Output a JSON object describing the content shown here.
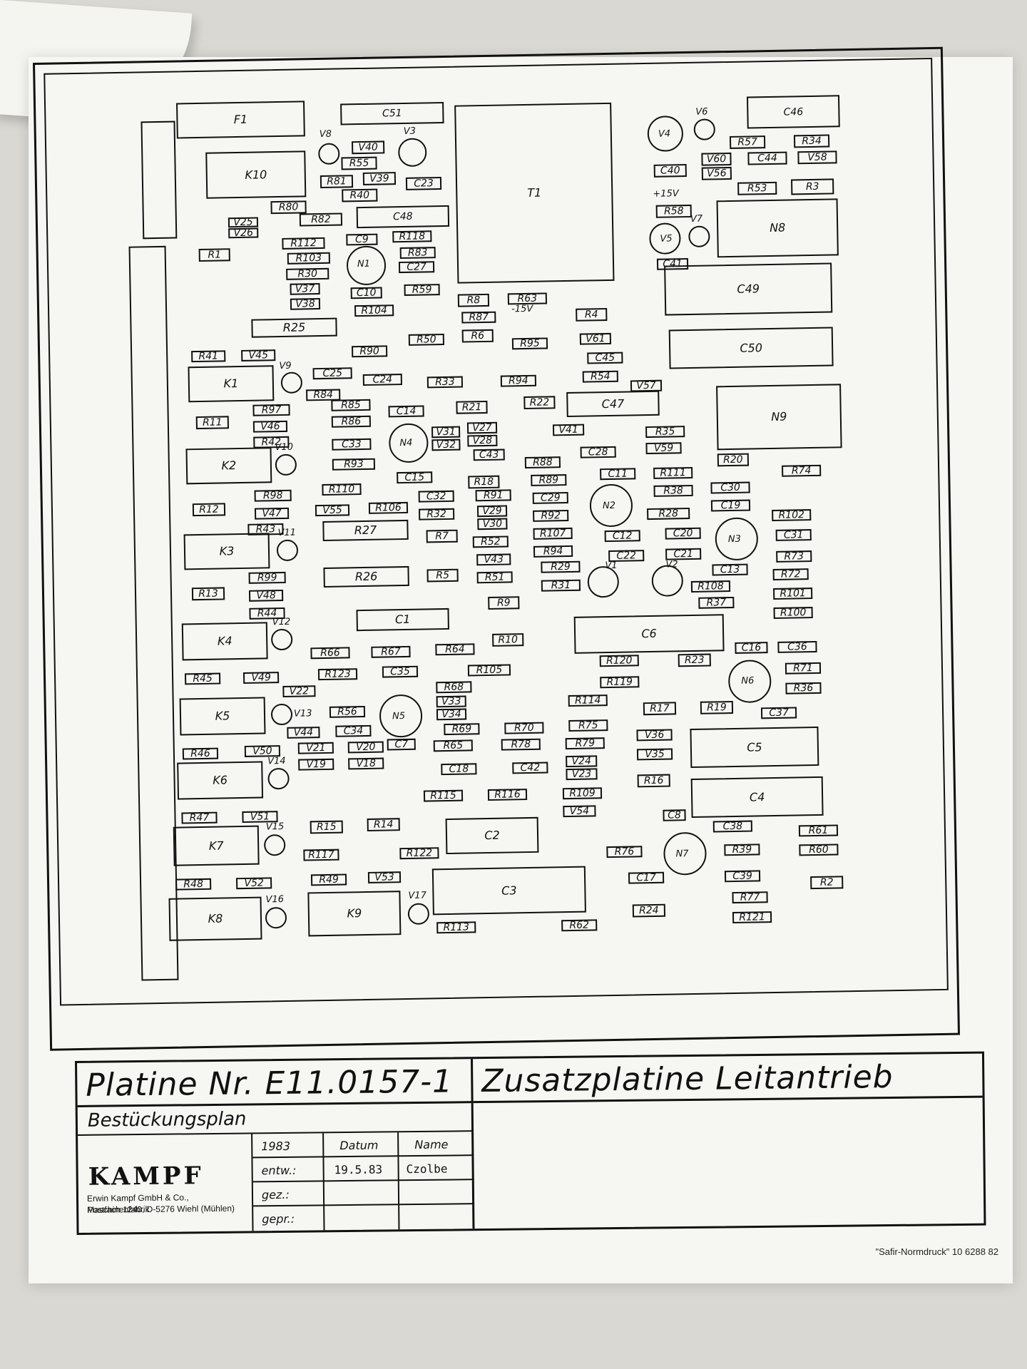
{
  "title_block": {
    "board_number": "Platine Nr. E11.0157-1",
    "board_name": "Zusatzplatine Leitantrieb",
    "plan_type": "Bestückungsplan",
    "year": "1983",
    "col_date": "Datum",
    "col_name": "Name",
    "row1_label": "entw.:",
    "row1_date": "19.5.83",
    "row1_name": "Czolbe",
    "row2_label": "gez.:",
    "row3_label": "gepr.:",
    "company_logo": "KAMPF",
    "company_address_1": "Erwin Kampf GmbH & Co., Maschinenfabrik",
    "company_address_2": "Postfach 1240, D-5276 Wiehl (Mühlen)"
  },
  "footer_print": "\"Safir-Normdruck\"   10 6288 82",
  "components": [
    "F1",
    "C51",
    "T1",
    "C46",
    "V4",
    "V6",
    "R57",
    "R34",
    "V60",
    "C44",
    "V58",
    "C40",
    "V56",
    "+15V",
    "R53",
    "R3",
    "V8",
    "V3",
    "K10",
    "V40",
    "R55",
    "R81",
    "V39",
    "C23",
    "R40",
    "R58",
    "N8",
    "V5",
    "V7",
    "C41",
    "R80",
    "R82",
    "C48",
    "V25",
    "V26",
    "R112",
    "C9",
    "R118",
    "R1",
    "R103",
    "N1",
    "R83",
    "C27",
    "R30",
    "C49",
    "R8",
    "R63",
    "V37",
    "C10",
    "R59",
    "V38",
    "R104",
    "R87",
    "R4",
    "-15V",
    "R25",
    "R6",
    "R50",
    "R95",
    "V61",
    "C50",
    "R41",
    "V45",
    "R90",
    "C45",
    "K1",
    "V9",
    "C25",
    "C24",
    "R33",
    "R94",
    "R54",
    "R84",
    "R21",
    "R22",
    "V57",
    "R11",
    "R97",
    "R85",
    "C14",
    "C47",
    "N9",
    "R86",
    "V46",
    "V27",
    "V31",
    "V28",
    "V32",
    "V41",
    "R35",
    "R42",
    "C33",
    "N4",
    "C43",
    "C28",
    "V59",
    "K2",
    "V10",
    "R93",
    "R88",
    "R20",
    "C15",
    "R18",
    "R89",
    "C11",
    "R111",
    "R74",
    "R12",
    "R98",
    "R110",
    "C32",
    "R91",
    "R38",
    "C30",
    "V47",
    "V55",
    "R106",
    "R32",
    "V29",
    "V30",
    "C29",
    "N2",
    "R28",
    "C19",
    "R43",
    "R27",
    "R7",
    "R92",
    "R102",
    "K3",
    "V11",
    "R52",
    "R107",
    "C12",
    "C20",
    "N3",
    "C31",
    "R94",
    "C22",
    "C21",
    "R73",
    "R13",
    "R99",
    "R26",
    "R5",
    "V43",
    "R51",
    "R29",
    "V1",
    "V2",
    "C13",
    "R72",
    "V48",
    "R31",
    "R108",
    "R101",
    "R44",
    "R9",
    "R37",
    "C1",
    "R100",
    "K4",
    "V12",
    "R10",
    "C6",
    "R66",
    "R67",
    "R64",
    "R23",
    "C16",
    "C36",
    "R45",
    "V49",
    "R123",
    "C35",
    "R105",
    "R120",
    "N6",
    "R71",
    "R119",
    "R36",
    "V22",
    "R68",
    "V33",
    "V34",
    "K5",
    "V13",
    "R56",
    "N5",
    "R114",
    "R17",
    "R19",
    "C37",
    "V44",
    "C34",
    "R69",
    "R70",
    "R75",
    "V36",
    "R46",
    "V50",
    "V21",
    "V20",
    "C7",
    "R65",
    "R78",
    "R79",
    "V35",
    "C5",
    "K6",
    "V14",
    "V19",
    "V18",
    "C18",
    "C42",
    "V24",
    "V23",
    "R16",
    "R115",
    "R116",
    "R109",
    "C4",
    "R47",
    "V51",
    "R15",
    "R14",
    "V54",
    "C8",
    "K7",
    "V15",
    "C2",
    "C38",
    "R61",
    "R117",
    "R122",
    "R76",
    "N7",
    "R39",
    "R60",
    "R48",
    "V52",
    "R49",
    "V53",
    "C3",
    "C17",
    "C39",
    "R2",
    "K8",
    "V16",
    "K9",
    "V17",
    "R24",
    "R77",
    "R113",
    "R62",
    "R121"
  ]
}
